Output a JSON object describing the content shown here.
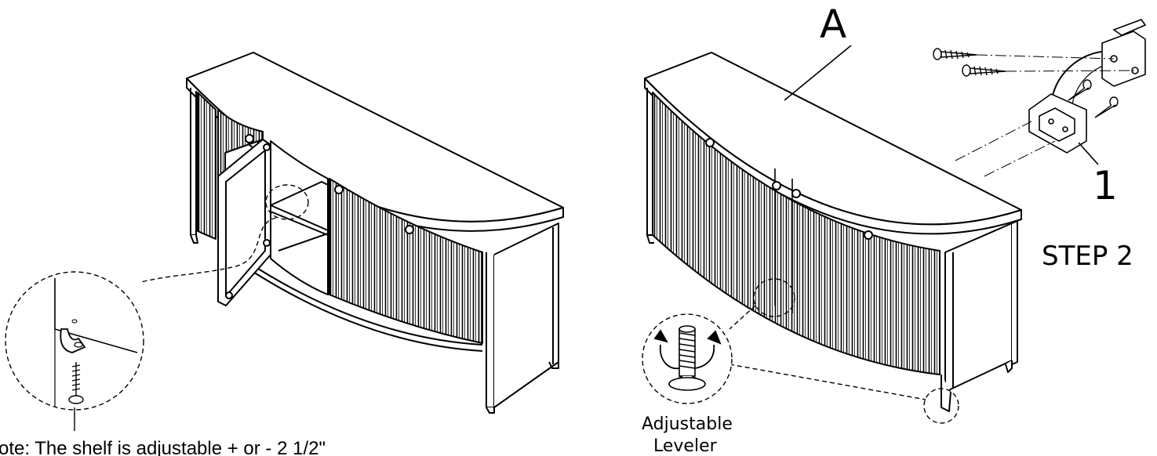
{
  "labels": {
    "part_a": "A",
    "part_1": "1",
    "step": "STEP 2",
    "leveler_line1": "Adjustable",
    "leveler_line2": "Leveler",
    "note": "ote: The  shelf is adjustable + or - 2 1/2\""
  },
  "colors": {
    "ink": "#000000",
    "paper": "#ffffff"
  }
}
